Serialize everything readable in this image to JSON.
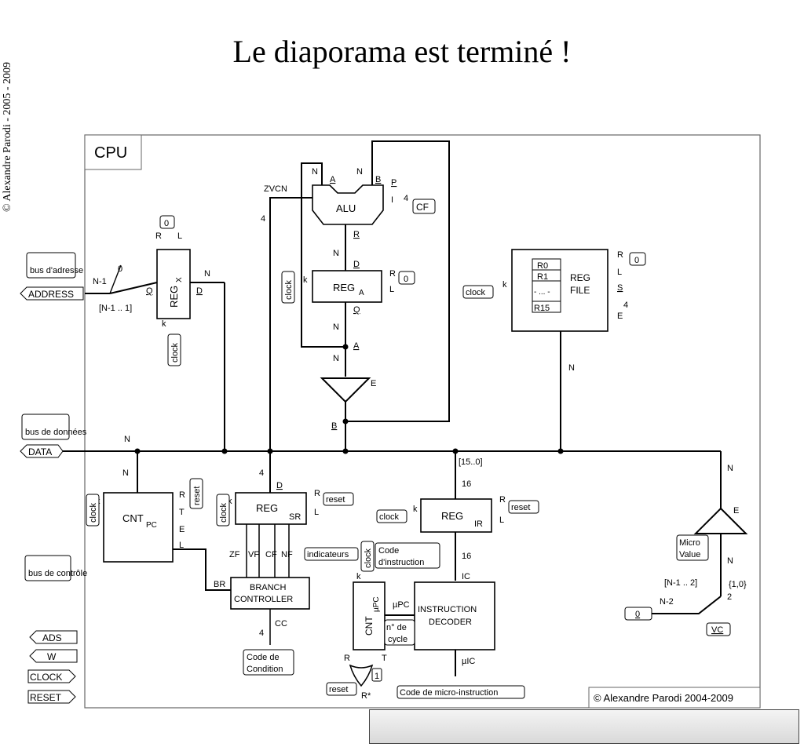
{
  "slide": {
    "title": "Le diaporama est terminé !",
    "side_copyright": "© Alexandre Parodi - 2005 - 2009"
  },
  "diagram": {
    "cpu_label": "CPU",
    "footer_copyright": "© Alexandre Parodi 2004-2009",
    "ports": {
      "address_label": "ADDRESS",
      "address_desc": "bus d'adresse",
      "data_label": "DATA",
      "data_desc": "bus de données",
      "control_desc": "bus de contrôle",
      "ads": "ADS",
      "w": "W",
      "clock": "CLOCK",
      "reset": "RESET"
    },
    "alu": {
      "label": "ALU",
      "flags": "ZVCN",
      "flags_width": "4",
      "in_a_width": "N",
      "in_a": "A",
      "in_b_width": "N",
      "in_b": "B",
      "p": "P",
      "i": "I",
      "i_width": "4",
      "cf": "CF",
      "out_r": "R",
      "out_width": "N"
    },
    "reg_a": {
      "label": "REG",
      "sub": "A",
      "d": "D",
      "q": "Q",
      "r": "R",
      "l": "L",
      "k": "k",
      "zero": "0",
      "clock": "clock",
      "q_width": "N",
      "a_width": "N",
      "a_label": "A",
      "b_label": "B",
      "e": "E"
    },
    "reg_x": {
      "label": "REG",
      "sub": "X",
      "d": "D",
      "q": "Q",
      "r": "R",
      "l": "L",
      "k": "k",
      "zero": "0",
      "clock": "clock",
      "d_width": "N",
      "mux_zero": "0",
      "mux_width": "N-1",
      "range": "[N-1 .. 1]"
    },
    "reg_file": {
      "label1": "REG",
      "label2": "FILE",
      "rows": [
        "R0",
        "R1",
        "- ... -",
        "R15"
      ],
      "r": "R",
      "l": "L",
      "s": "S",
      "s_width": "4",
      "e": "E",
      "k": "k",
      "zero": "0",
      "clock": "clock",
      "bus_width": "N"
    },
    "data_bus": {
      "width": "N",
      "split": "[15..0]",
      "split_width": "16"
    },
    "cnt_pc": {
      "label": "CNT",
      "sub": "PC",
      "r": "R",
      "t": "T",
      "e": "E",
      "l": "L",
      "k": "k",
      "clock": "clock",
      "reset": "reset",
      "width": "N"
    },
    "reg_sr": {
      "label": "REG",
      "sr": "SR",
      "d": "D",
      "r": "R",
      "l": "L",
      "k": "k",
      "clock": "clock",
      "reset": "reset",
      "width": "4",
      "zf": "ZF",
      "vf": "VF",
      "cf": "CF",
      "nf": "NF",
      "indicateurs": "indicateurs"
    },
    "branch": {
      "label1": "BRANCH",
      "label2": "CONTROLLER",
      "br": "BR",
      "cc": "CC",
      "cc_width": "4",
      "cond1": "Code de",
      "cond2": "Condition"
    },
    "reg_ir": {
      "label": "REG",
      "ir": "IR",
      "r": "R",
      "l": "L",
      "k": "k",
      "clock": "clock",
      "reset": "reset",
      "out_width": "16",
      "ic": "IC"
    },
    "cnt_upc": {
      "label": "CNT",
      "sub": "µPC",
      "k": "k",
      "clock": "clock",
      "r": "R",
      "t": "T",
      "one": "1",
      "reset": "reset",
      "rstar": "R*",
      "code1": "Code",
      "code2": "d'instruction",
      "upc": "µPC",
      "cycle1": "n° de",
      "cycle2": "cycle"
    },
    "decoder": {
      "label1": "INSTRUCTION",
      "label2": "DECODER",
      "uic": "µIC",
      "micro": "Code de micro-instruction"
    },
    "micro_value": {
      "label1": "Micro",
      "label2": "Value",
      "e": "E",
      "width_top": "N",
      "width_mid": "N",
      "range": "[N-1 .. 2]",
      "set": "{1,0}",
      "two": "2",
      "n2": "N-2",
      "zero": "0",
      "vc": "VC"
    }
  }
}
